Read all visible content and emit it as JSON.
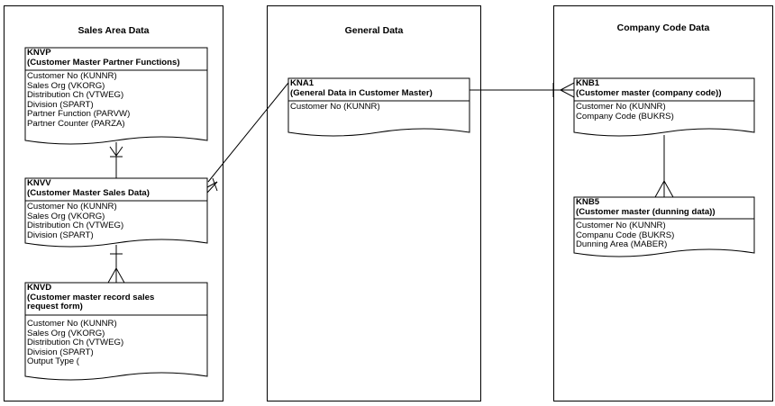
{
  "panels": {
    "sales": {
      "title": "Sales Area Data"
    },
    "general": {
      "title": "General Data"
    },
    "company": {
      "title": "Company Code Data"
    }
  },
  "entities": {
    "knvp": {
      "code": "KNVP",
      "desc": "(Customer Master Partner Functions)",
      "attributes": [
        "Customer No (KUNNR)",
        "Sales Org (VKORG)",
        "Distribution Ch (VTWEG)",
        "Division (SPART)",
        "Partner Function (PARVW)",
        "Partner Counter (PARZA)"
      ]
    },
    "knvv": {
      "code": "KNVV",
      "desc": "(Customer Master Sales Data)",
      "attributes": [
        "Customer No (KUNNR)",
        "Sales Org (VKORG)",
        "Distribution Ch (VTWEG)",
        "Division (SPART)"
      ]
    },
    "knvd": {
      "code": "KNVD",
      "desc_line1": "(Customer master record sales",
      "desc_line2": "request form)",
      "attributes": [
        "Customer No (KUNNR)",
        "Sales Org (VKORG)",
        "Distribution Ch (VTWEG)",
        "Division (SPART)",
        "Output Type ("
      ]
    },
    "kna1": {
      "code": "KNA1",
      "desc": "(General Data in Customer Master)",
      "attributes": [
        "Customer No (KUNNR)"
      ]
    },
    "knb1": {
      "code": "KNB1",
      "desc": "(Customer master (company code))",
      "attributes": [
        "Customer No (KUNNR)",
        "Company Code (BUKRS)"
      ]
    },
    "knb5": {
      "code": "KNB5",
      "desc": "(Customer master (dunning data))",
      "attributes": [
        "Customer No (KUNNR)",
        "Companu Code (BUKRS)",
        "Dunning Area (MABER)"
      ]
    }
  }
}
